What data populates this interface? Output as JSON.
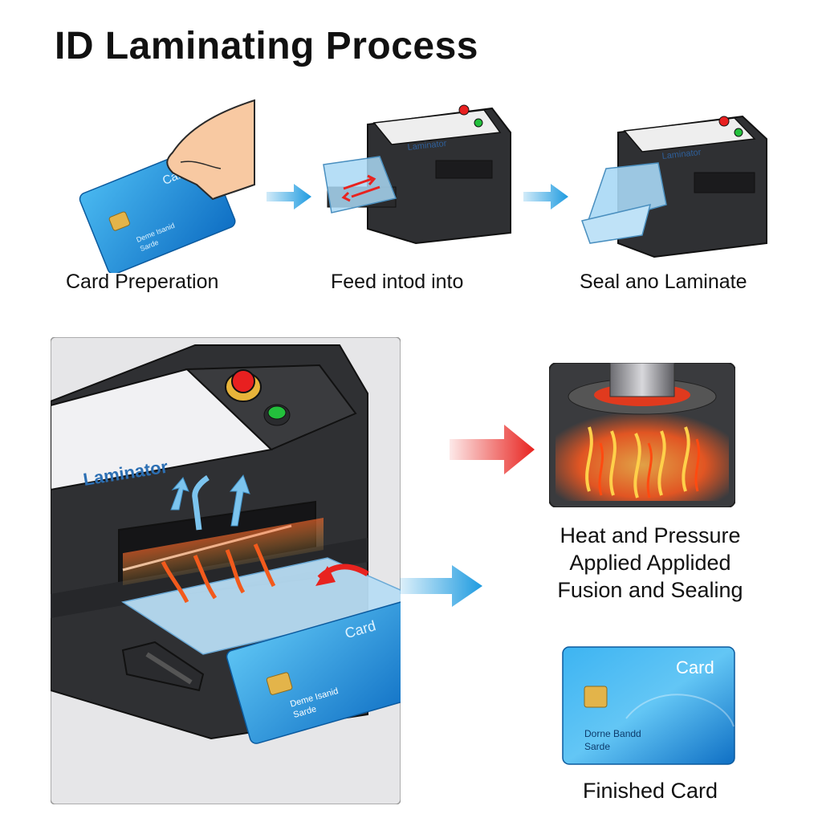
{
  "title": "ID Laminating Process",
  "steps": [
    {
      "label": "Card Preperation"
    },
    {
      "label": "Feed intod into"
    },
    {
      "label": "Seal ano Laminate"
    }
  ],
  "card_small": {
    "title": "Card",
    "line1": "Deme Isanid",
    "line2": "Sarde"
  },
  "laminator": {
    "brand_small_1": "Laminator",
    "brand_small_2": "Laminator",
    "brand_large": "Laminator"
  },
  "card_feed": {
    "title": "Card",
    "line1": "Deme Isanid",
    "line2": "Sarde"
  },
  "heat_text": [
    "Heat and Pressure",
    "Applied Applided",
    "Fusion and Sealing"
  ],
  "finished_card": {
    "title": "Card",
    "line1": "Dorne Bandd",
    "line2": "Sarde"
  },
  "finished_label": "Finished Card",
  "colors": {
    "arrow_blue": "#1e9be0",
    "arrow_red": "#e8231f",
    "card_blue": "#1a8ad8",
    "machine_dark": "#2f3033",
    "panel_bg": "#e6e6e8"
  }
}
